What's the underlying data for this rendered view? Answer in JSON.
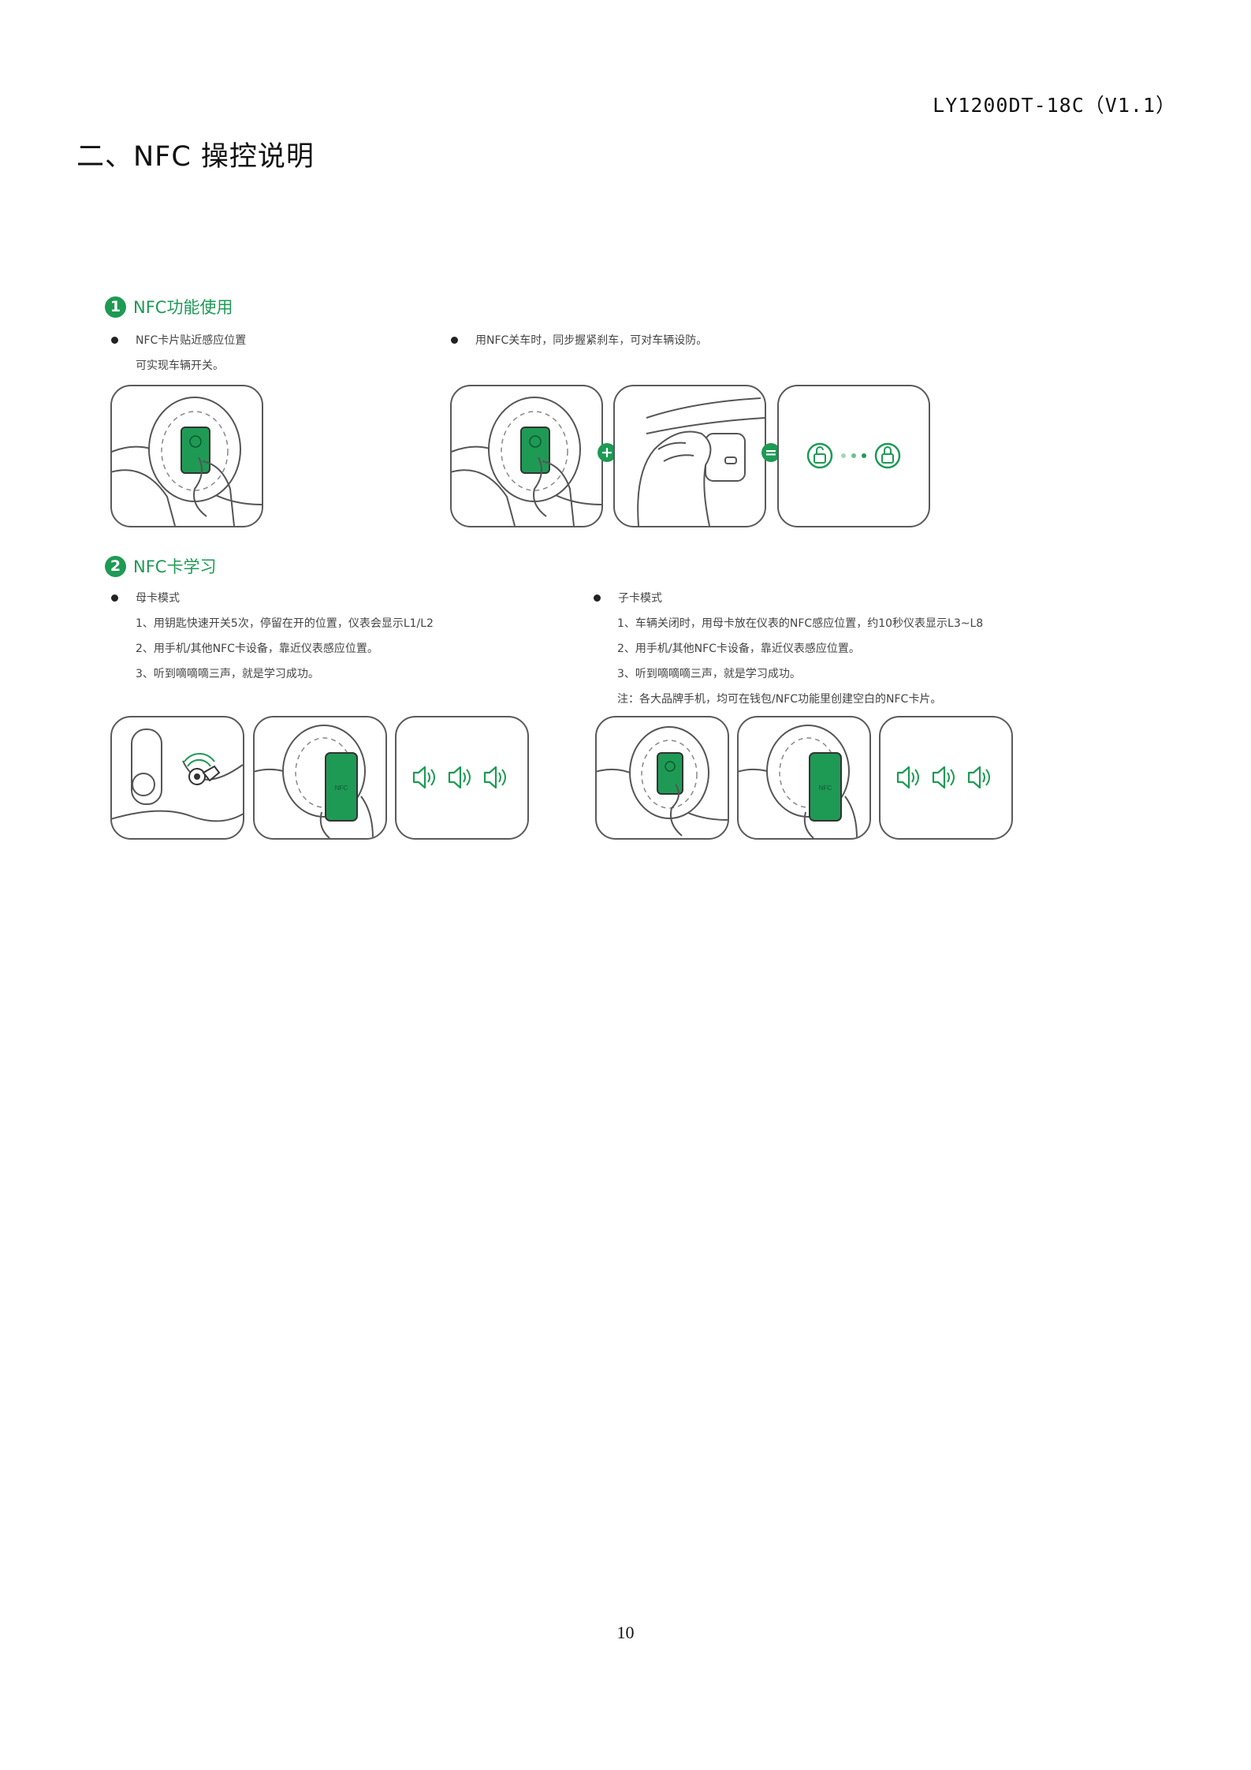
{
  "header": {
    "doc_code": "LY1200DT-18C（V1.1）"
  },
  "section_title": "二、NFC 操控说明",
  "part1": {
    "number": "1",
    "title": "NFC功能使用",
    "left_bullet": {
      "line1": "NFC卡片贴近感应位置",
      "line2": "可实现车辆开关。"
    },
    "right_bullet": "用NFC关车时，同步握紧刹车，可对车辆设防。",
    "plus_symbol": "+",
    "equals_symbol": "="
  },
  "part2": {
    "number": "2",
    "title": "NFC卡学习",
    "master": {
      "heading": "母卡模式",
      "steps": [
        "1、用钥匙快速开关5次，停留在开的位置，仪表会显示L1/L2",
        "2、用手机/其他NFC卡设备，靠近仪表感应位置。",
        "3、听到嘀嘀嘀三声，就是学习成功。"
      ]
    },
    "sub": {
      "heading": "子卡模式",
      "steps": [
        "1、车辆关闭时，用母卡放在仪表的NFC感应位置，约10秒仪表显示L3~L8",
        "2、用手机/其他NFC卡设备，靠近仪表感应位置。",
        "3、听到嘀嘀嘀三声，就是学习成功。"
      ],
      "note": "注：各大品牌手机，均可在钱包/NFC功能里创建空白的NFC卡片。"
    },
    "phone_label": "NFC"
  },
  "page_number": "10",
  "colors": {
    "accent_green": "#1e9a55",
    "outline": "#5a5a5a"
  }
}
